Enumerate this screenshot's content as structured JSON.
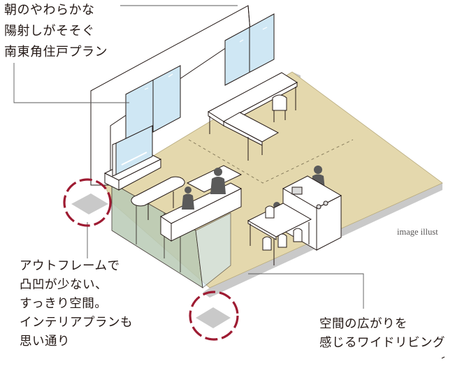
{
  "captions": {
    "sunlight_plan": "朝のやわらかな\n陽射しがそそぐ\n南東角住戸プラン",
    "outframe": "アウトフレームで\n凸凹が少ない、\nすっきり空間。\nインテリアプランも\n思い通り",
    "wide_living": "空間の広がりを\n感じるワイドリビング"
  },
  "note": "image illust",
  "icons": {
    "corner_marker": "dashed-circle-icon"
  },
  "colors": {
    "floor": "#e4d8ad",
    "floor_shadow": "#c9c9c9",
    "window_glass": "#cfe7f4",
    "wall_panel": "#b9cbb6",
    "marker": "#9e1b32",
    "leader": "#5a5a5a",
    "line": "#231815"
  }
}
